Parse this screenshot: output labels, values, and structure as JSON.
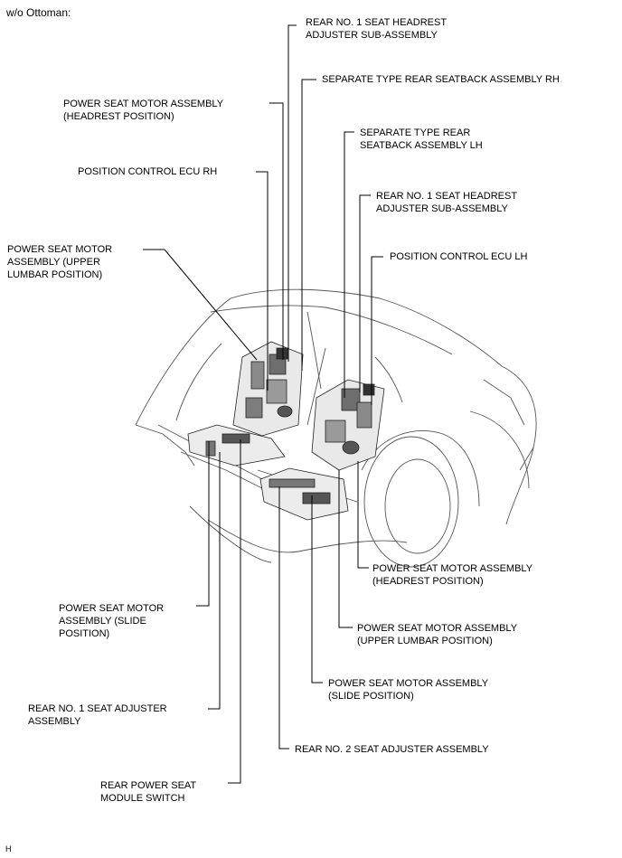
{
  "header": {
    "title": "w/o Ottoman:"
  },
  "labels": {
    "rear_headrest_adjuster_rh": "REAR NO. 1 SEAT HEADREST\nADJUSTER SUB-ASSEMBLY",
    "seatback_rh": "SEPARATE TYPE REAR SEATBACK ASSEMBLY RH",
    "motor_headrest_rh": "POWER SEAT MOTOR ASSEMBLY\n(HEADREST POSITION)",
    "seatback_lh": "SEPARATE TYPE REAR\nSEATBACK ASSEMBLY LH",
    "ecu_rh": "POSITION CONTROL ECU RH",
    "rear_headrest_adjuster_lh": "REAR NO. 1 SEAT HEADREST\nADJUSTER SUB-ASSEMBLY",
    "motor_upper_lumbar_rh": "POWER SEAT MOTOR\nASSEMBLY (UPPER\nLUMBAR POSITION)",
    "ecu_lh": "POSITION CONTROL ECU LH",
    "motor_headrest_lh": "POWER SEAT MOTOR ASSEMBLY\n(HEADREST POSITION)",
    "motor_slide_rh": "POWER SEAT MOTOR\nASSEMBLY (SLIDE\nPOSITION)",
    "motor_upper_lumbar_lh": "POWER SEAT MOTOR ASSEMBLY\n(UPPER LUMBAR POSITION)",
    "motor_slide_lh": "POWER SEAT MOTOR ASSEMBLY\n(SLIDE POSITION)",
    "seat_adjuster_no1": "REAR NO. 1 SEAT ADJUSTER\nASSEMBLY",
    "seat_adjuster_no2": "REAR NO. 2 SEAT ADJUSTER ASSEMBLY",
    "module_switch": "REAR POWER SEAT\nMODULE SWITCH"
  },
  "footer": {
    "code": "H"
  }
}
